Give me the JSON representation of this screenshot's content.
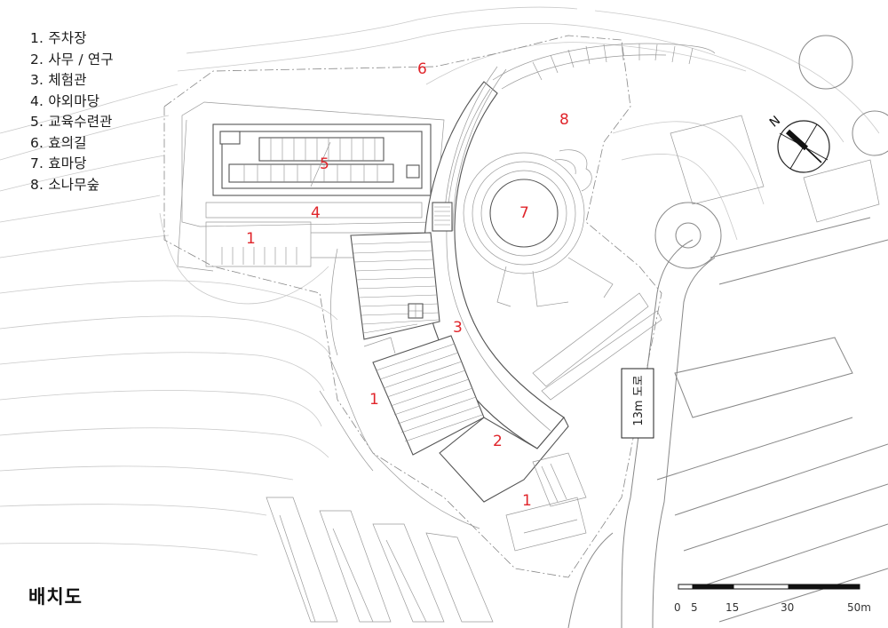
{
  "legend": [
    "1. 주차장",
    "2. 사무 / 연구",
    "3. 체험관",
    "4. 야외마당",
    "5. 교육수련관",
    "6. 효의길",
    "7. 효마당",
    "8. 소나무숲"
  ],
  "title": "배치도",
  "road_label": "13m 도로",
  "north_label": "N",
  "scale": [
    "0",
    "5",
    "15",
    "30",
    "50m"
  ],
  "zones": {
    "z1a": "1",
    "z1b": "1",
    "z1c": "1",
    "z2": "2",
    "z3": "3",
    "z4": "4",
    "z5": "5",
    "z6": "6",
    "z7": "7",
    "z8": "8"
  },
  "colors": {
    "zone_label": "#e0252b",
    "line": "#555555",
    "contour": "#c9c9c9"
  }
}
